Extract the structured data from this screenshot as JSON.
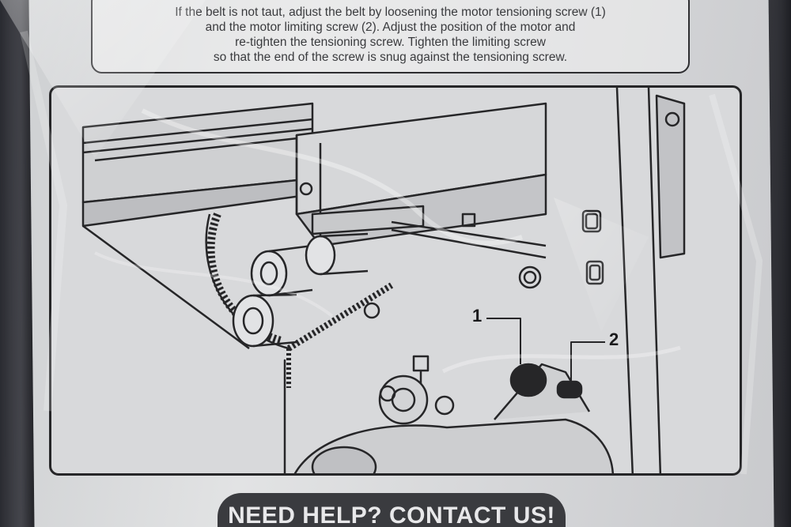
{
  "instructions": {
    "lines": [
      "If the belt is not taut, adjust the belt by loosening the motor tensioning screw (1)",
      "and the motor limiting screw (2). Adjust the position of the motor and",
      "re-tighten the tensioning screw. Tighten the limiting screw",
      "so that the end of the screw is snug against the tensioning screw."
    ]
  },
  "diagram": {
    "callout_1": "1",
    "callout_2": "2"
  },
  "banner": {
    "text": "NEED HELP? CONTACT US!"
  },
  "colors": {
    "paper": "#d9dadc",
    "ink": "#262628",
    "banner": "#3a3b3f",
    "background": "#1c1d22"
  }
}
